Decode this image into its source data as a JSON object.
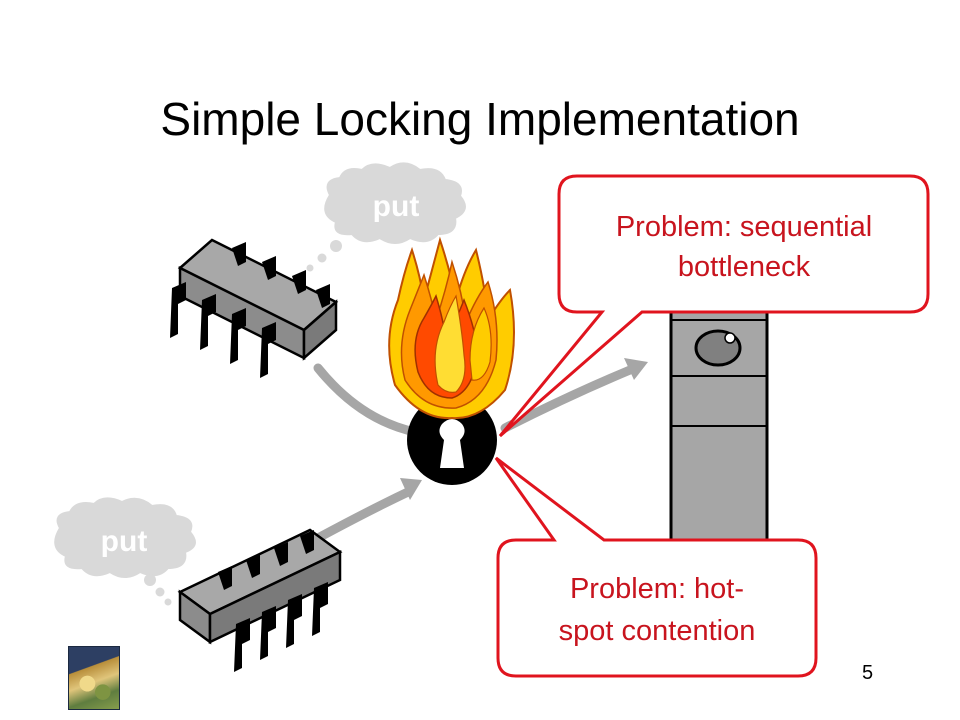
{
  "slide": {
    "title": "Simple Locking Implementation",
    "page_number": "5"
  },
  "thought_bubbles": [
    {
      "text": "put"
    },
    {
      "text": "put"
    }
  ],
  "callouts": [
    {
      "lines": [
        "Problem: sequential",
        "bottleneck"
      ],
      "color": "#e0141e"
    },
    {
      "lines": [
        "Problem: hot-",
        "spot contention"
      ],
      "color": "#e0141e"
    }
  ],
  "icons": [
    "processor-chip-icon",
    "lock-icon",
    "flame-icon",
    "memory-stack-icon",
    "book-cover-icon"
  ],
  "colors": {
    "chip_fill": "#999999",
    "arrow": "#a6a6a6",
    "callout_border": "#e0141e",
    "callout_text": "#c8141e",
    "flame_red": "#ff4a00",
    "flame_orange": "#ff9900",
    "flame_yellow": "#ffcc00",
    "stack_fill": "#a6a6a6"
  }
}
